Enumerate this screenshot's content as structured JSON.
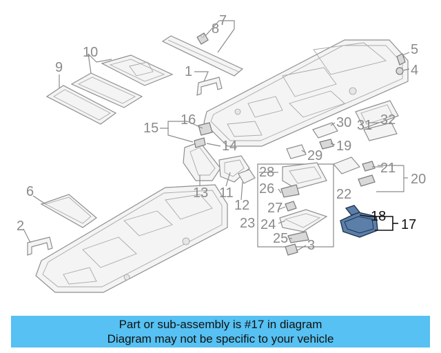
{
  "diagram": {
    "callouts": [
      "1",
      "2",
      "3",
      "4",
      "5",
      "6",
      "7",
      "8",
      "9",
      "10",
      "11",
      "12",
      "13",
      "14",
      "15",
      "16",
      "17",
      "18",
      "19",
      "20",
      "21",
      "22",
      "23",
      "24",
      "25",
      "26",
      "27",
      "28",
      "29",
      "30",
      "31",
      "32"
    ],
    "highlighted_part": "17"
  },
  "banner": {
    "line1": "Part or sub-assembly is #17 in diagram",
    "line2": "Diagram may not be specific to your vehicle"
  },
  "colors": {
    "banner_background": "#56c1f2",
    "highlight": "#5b7fa8",
    "line_art": "#8e8e8e"
  }
}
